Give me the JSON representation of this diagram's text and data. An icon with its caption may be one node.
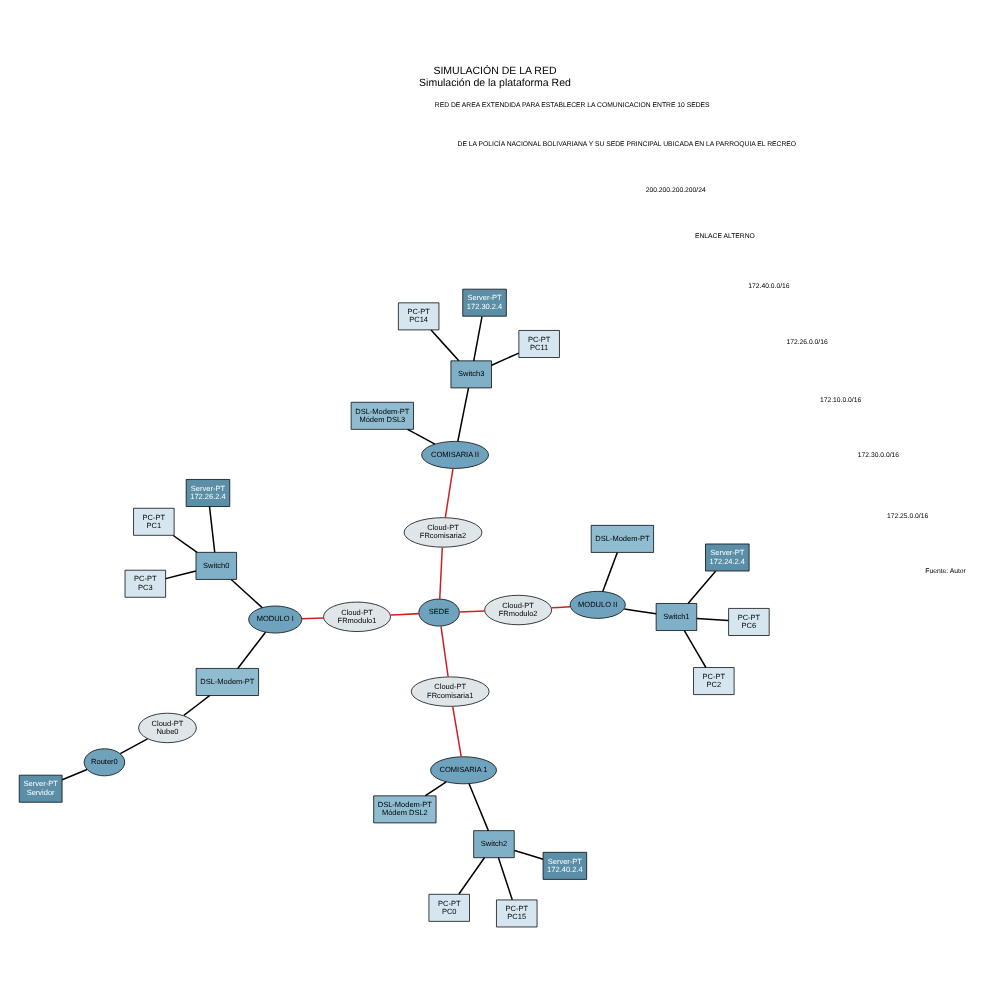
{
  "diagram": {
    "title": "SIMULACIÓN DE LA RED",
    "caption": "Simulación de la plataforma Red",
    "nodes": [
      {
        "text": [
          "Server-PT",
          "Servidor"
        ]
      },
      {
        "text": [
          "Router0"
        ]
      },
      {
        "text": [
          "Cloud-PT",
          "Nube0"
        ]
      },
      {
        "text": [
          "DSL-Modem-PT"
        ]
      },
      {
        "text": [
          "Server-PT",
          "172.40.2.4"
        ]
      },
      {
        "text": [
          "PC-PT",
          "PC0"
        ]
      },
      {
        "text": [
          "DSL-Modem-PT",
          "Módem DSL2"
        ]
      },
      {
        "text": [
          "PC-PT",
          "PC15"
        ]
      },
      {
        "text": [
          "Switch2"
        ]
      },
      {
        "text": [
          "COMISARIA 1"
        ]
      },
      {
        "text": [
          "Cloud-PT",
          "FRcomisaria1"
        ]
      },
      {
        "text": [
          "SEDE"
        ]
      },
      {
        "text": [
          "Cloud-PT",
          "FRmodulo1"
        ]
      },
      {
        "text": [
          "MODULO I"
        ]
      },
      {
        "text": [
          "PC-PT",
          "PC1"
        ]
      },
      {
        "text": [
          "Server-PT",
          "172.26.2.4"
        ]
      },
      {
        "text": [
          "Switch0"
        ]
      },
      {
        "text": [
          "PC-PT",
          "PC3"
        ]
      },
      {
        "text": [
          "PC-PT",
          "PC14"
        ]
      },
      {
        "text": [
          "Switch3"
        ]
      },
      {
        "text": [
          "COMISARIA II"
        ]
      },
      {
        "text": [
          "Cloud-PT",
          "FRcomisaria2"
        ]
      },
      {
        "text": [
          "Server-PT",
          "172.30.2.4"
        ]
      },
      {
        "text": [
          "PC-PT",
          "PC11"
        ]
      },
      {
        "text": [
          "DSL-Modem-PT",
          "Módem DSL3"
        ]
      },
      {
        "text": [
          "Cloud-PT",
          "FRmodulo2"
        ]
      },
      {
        "text": [
          "MODULO II"
        ]
      },
      {
        "text": [
          "Switch1"
        ]
      },
      {
        "text": [
          "PC-PT",
          "PC2"
        ]
      },
      {
        "text": [
          "PC-PT",
          "PC6"
        ]
      },
      {
        "text": [
          "Server-PT",
          "172.24.2.4"
        ]
      },
      {
        "text": [
          "DSL-Modem-PT"
        ]
      }
    ],
    "edges": [
      {
        "from": 0,
        "to": 1,
        "arrow": "none"
      },
      {
        "from": 1,
        "to": 2,
        "arrow": "none"
      },
      {
        "from": 2,
        "to": 3,
        "arrow": "none"
      },
      {
        "from": 3,
        "to": 13,
        "arrow": "none"
      },
      {
        "from": 4,
        "to": 8,
        "arrow": "none"
      },
      {
        "from": 5,
        "to": 8,
        "arrow": "none"
      },
      {
        "from": 7,
        "to": 8,
        "arrow": "none"
      },
      {
        "from": 8,
        "to": 9,
        "arrow": "none"
      },
      {
        "from": 6,
        "to": 9,
        "arrow": "none"
      },
      {
        "from": 9,
        "to": 10,
        "arrow": "none",
        "color": "#cc2222"
      },
      {
        "from": 10,
        "to": 11,
        "arrow": "none",
        "color": "#cc2222"
      },
      {
        "from": 11,
        "to": 12,
        "arrow": "none",
        "color": "#cc2222"
      },
      {
        "from": 12,
        "to": 13,
        "arrow": "none",
        "color": "#cc2222"
      },
      {
        "from": 13,
        "to": 16,
        "arrow": "none"
      },
      {
        "from": 14,
        "to": 16,
        "arrow": "none"
      },
      {
        "from": 15,
        "to": 16,
        "arrow": "none"
      },
      {
        "from": 17,
        "to": 16,
        "arrow": "none"
      },
      {
        "from": 11,
        "to": 21,
        "arrow": "none",
        "color": "#cc2222"
      },
      {
        "from": 21,
        "to": 20,
        "arrow": "none",
        "color": "#cc2222"
      },
      {
        "from": 20,
        "to": 19,
        "arrow": "none"
      },
      {
        "from": 18,
        "to": 19,
        "arrow": "none"
      },
      {
        "from": 22,
        "to": 19,
        "arrow": "none"
      },
      {
        "from": 23,
        "to": 19,
        "arrow": "none"
      },
      {
        "from": 24,
        "to": 20,
        "arrow": "none"
      },
      {
        "from": 11,
        "to": 25,
        "arrow": "none",
        "color": "#cc2222"
      },
      {
        "from": 25,
        "to": 26,
        "arrow": "none",
        "color": "#cc2222"
      },
      {
        "from": 26,
        "to": 27,
        "arrow": "none"
      },
      {
        "from": 27,
        "to": 28,
        "arrow": "none"
      },
      {
        "from": 27,
        "to": 29,
        "arrow": "none"
      },
      {
        "from": 27,
        "to": 30,
        "arrow": "none"
      },
      {
        "from": 26,
        "to": 31,
        "arrow": "none"
      }
    ],
    "labels": [
      "RED DE AREA EXTENDIDA PARA ESTABLECER LA COMUNICACION ENTRE 10 SEDES",
      "DE LA POLICÍA NACIONAL BOLIVARIANA Y SU SEDE PRINCIPAL UBICADA EN LA PARROQUIA EL RECREO",
      "200.200.200.200/24",
      "ENLACE ALTERNO",
      "172.40.0.0/16",
      "172.26.0.0/16",
      "172.10.0.0/16",
      "172.30.0.0/16",
      "172.25.0.0/16",
      "Fuente: Autor"
    ]
  }
}
